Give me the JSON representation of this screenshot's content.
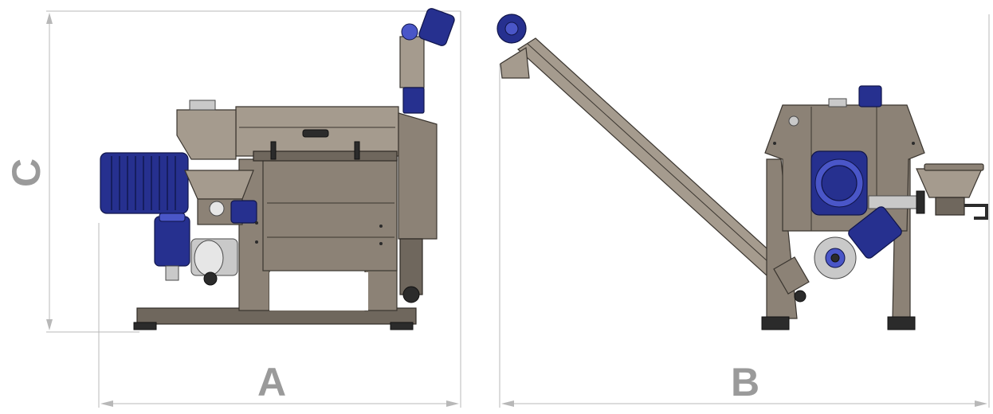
{
  "dimensions": {
    "a_label": "A",
    "b_label": "B",
    "c_label": "C"
  },
  "colors": {
    "frame_steel": "#8c8276",
    "motor_blue": "#26308f",
    "dimension_gray": "#9a9a9a"
  },
  "views": [
    "side-view",
    "front-view"
  ]
}
